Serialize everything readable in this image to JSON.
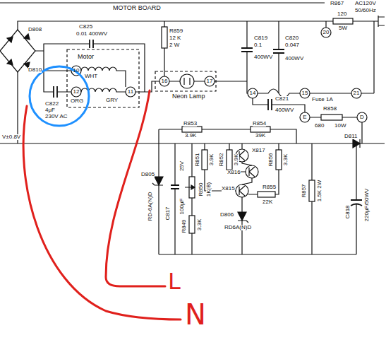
{
  "diagram": {
    "labels": [
      "MOTOR BOARD",
      "R867",
      "AC120V",
      "50/60Hz",
      "120",
      "5W",
      "20",
      "D808",
      "D810",
      "C825",
      "0.01 400WV",
      "Motor",
      "R859",
      "12 K",
      "2 W",
      "C819",
      "0.1",
      "400WV",
      "C820",
      "0.047",
      "400WV",
      "10",
      "WHT",
      "12",
      "ORG",
      "11",
      "GRY",
      "C822",
      "4μF",
      "230V AC",
      "16",
      "17",
      "Neon Lamp",
      "14",
      "15",
      "Fuse 1A",
      "21",
      "C821",
      "400WV",
      "E",
      "R858",
      "680",
      "10W",
      "D",
      "V±0.8V",
      "R853",
      "3.9K",
      "R854",
      "39K",
      "X817",
      "X816",
      "X815",
      "R851",
      "3.9K",
      "R852",
      "3.9K",
      "R856",
      "3.3K",
      "R855",
      "22K",
      "D805",
      "RD-6A(N)D",
      "C817",
      "25V",
      "100μF",
      "R850",
      "1K(B)",
      "R849",
      "3.3K",
      "D806",
      "RD6A(N)D",
      "R857",
      "1.5K 2W",
      "C818",
      "220μF/50WV",
      "D811",
      "L",
      "N"
    ]
  }
}
